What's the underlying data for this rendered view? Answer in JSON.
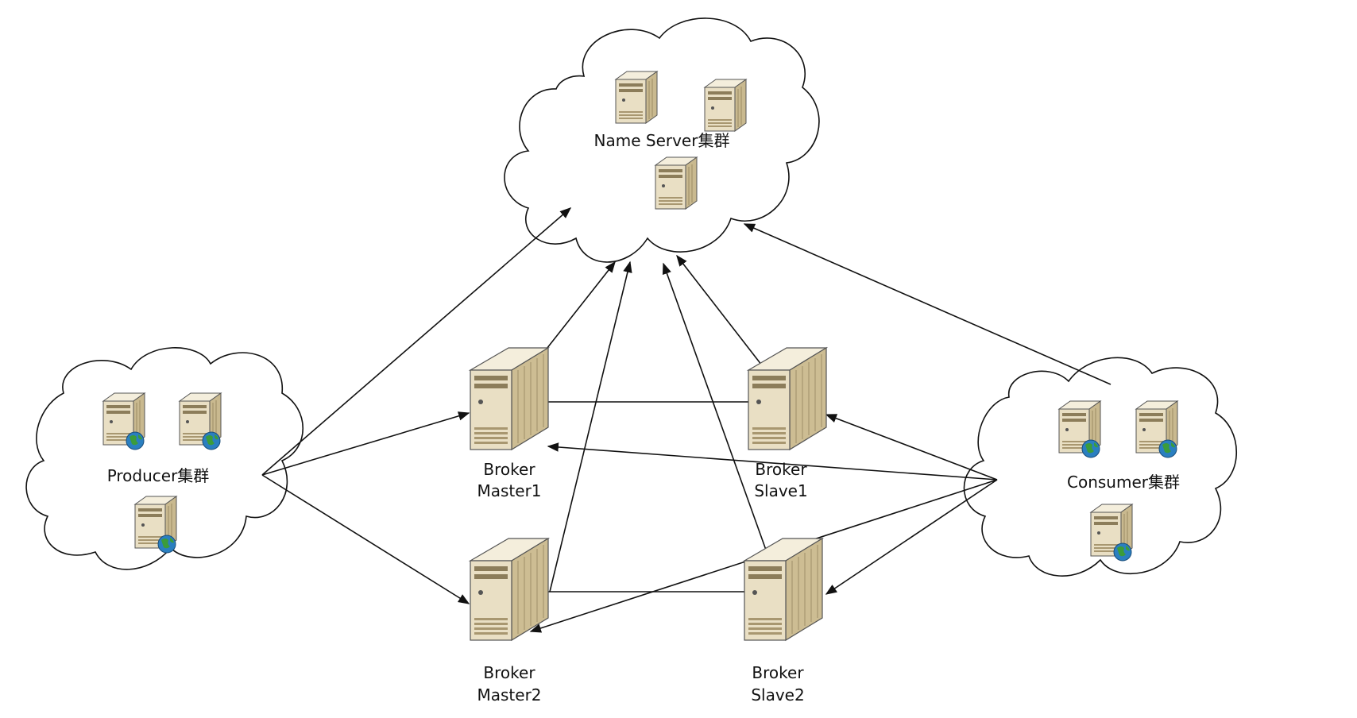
{
  "clusters": {
    "name_server": {
      "label": "Name Server集群"
    },
    "producer": {
      "label": "Producer集群"
    },
    "consumer": {
      "label": "Consumer集群"
    }
  },
  "brokers": {
    "master1": {
      "line1": "Broker",
      "line2": "Master1"
    },
    "slave1": {
      "line1": "Broker",
      "line2": "Slave1"
    },
    "master2": {
      "line1": "Broker",
      "line2": "Master2"
    },
    "slave2": {
      "line1": "Broker",
      "line2": "Slave2"
    }
  },
  "icons": {
    "small_server": "server-icon",
    "client_server": "server-globe-icon",
    "large_server": "broker-server-icon"
  },
  "colors": {
    "server_body": "#e9dfc4",
    "server_dark": "#c9b98f",
    "line": "#111111",
    "globe": "#2a7fc0",
    "globe_land": "#3b9c3b"
  }
}
